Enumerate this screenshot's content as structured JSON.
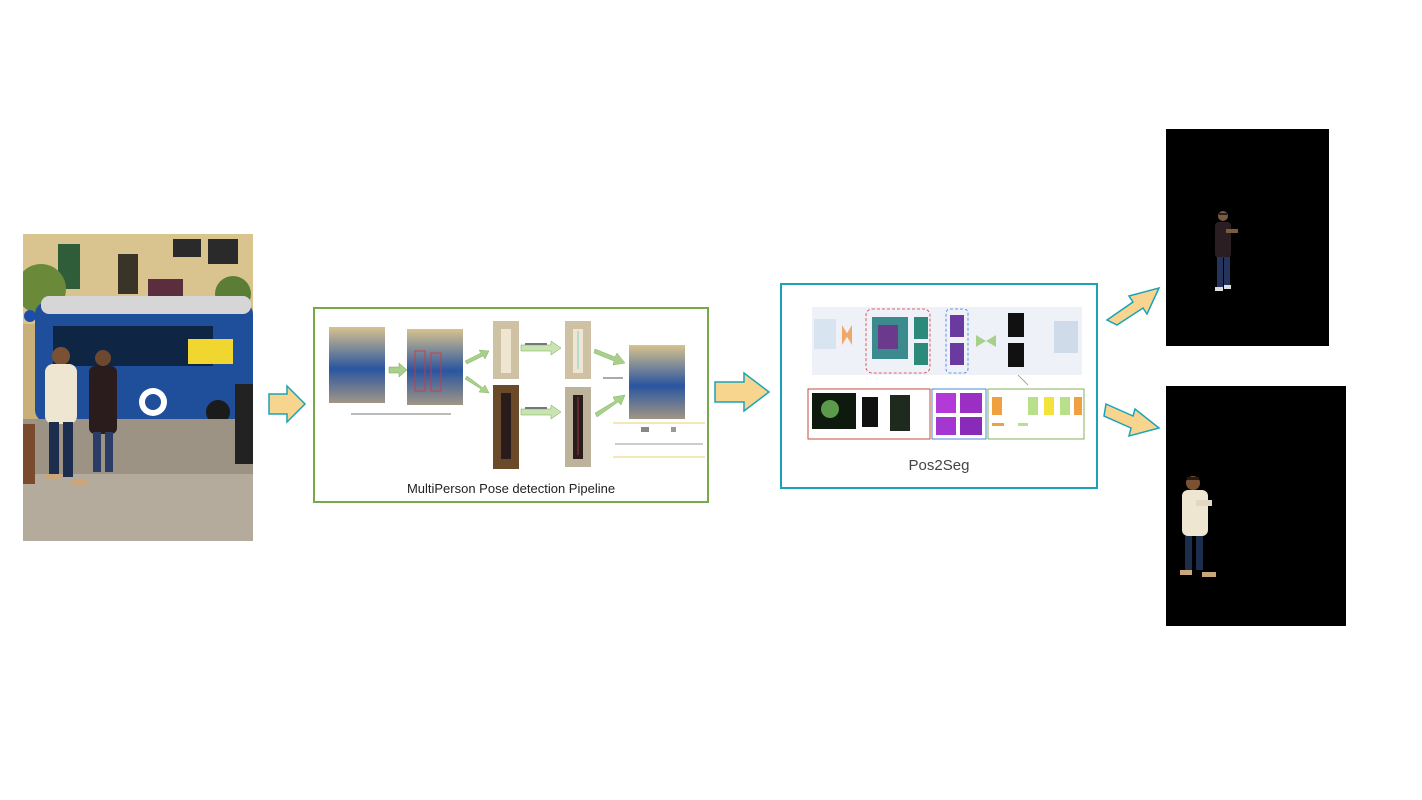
{
  "pipeline": {
    "caption": "MultiPerson Pose detection Pipeline"
  },
  "pos2seg": {
    "caption": "Pos2Seg"
  },
  "colors": {
    "pipeline_border": "#77a84a",
    "pos2seg_border": "#1aa3b8",
    "arrow_fill": "#f7d58f",
    "arrow_stroke_pipeline": "#1aa3b8",
    "arrow_stroke_pos2seg": "#1aa3b8",
    "output_background": "#000000"
  },
  "icons": {
    "input": "street-photo-image",
    "flow_arrow": "block-right-arrow",
    "output": "person-cutout-image"
  }
}
